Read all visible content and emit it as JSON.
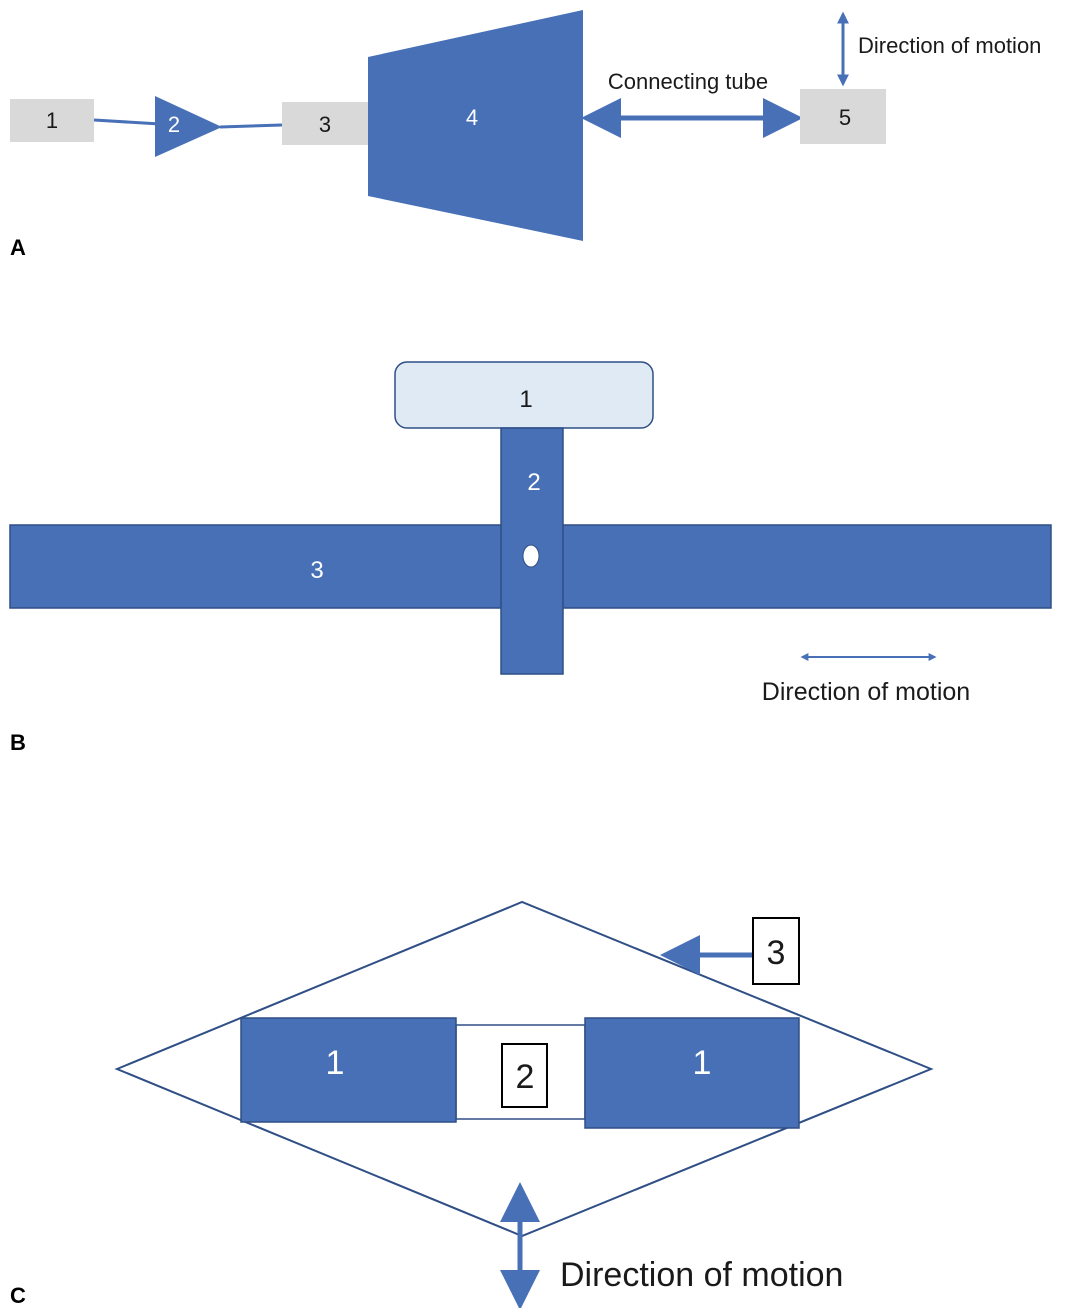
{
  "colors": {
    "blue": "#4770b7",
    "gray": "#d9d9d9",
    "light_blue": "#dfeaf5",
    "outline": "#2f4f86"
  },
  "panel_a": {
    "letter": "A",
    "box1": "1",
    "triangle2": "2",
    "box3": "3",
    "trapezoid4": "4",
    "box5": "5",
    "connecting_tube": "Connecting tube",
    "direction": "Direction of motion"
  },
  "panel_b": {
    "letter": "B",
    "top1": "1",
    "post2": "2",
    "bar3": "3",
    "direction": "Direction of motion"
  },
  "panel_c": {
    "letter": "C",
    "left1": "1",
    "right1": "1",
    "middle2": "2",
    "tag3": "3",
    "direction": "Direction of motion"
  }
}
